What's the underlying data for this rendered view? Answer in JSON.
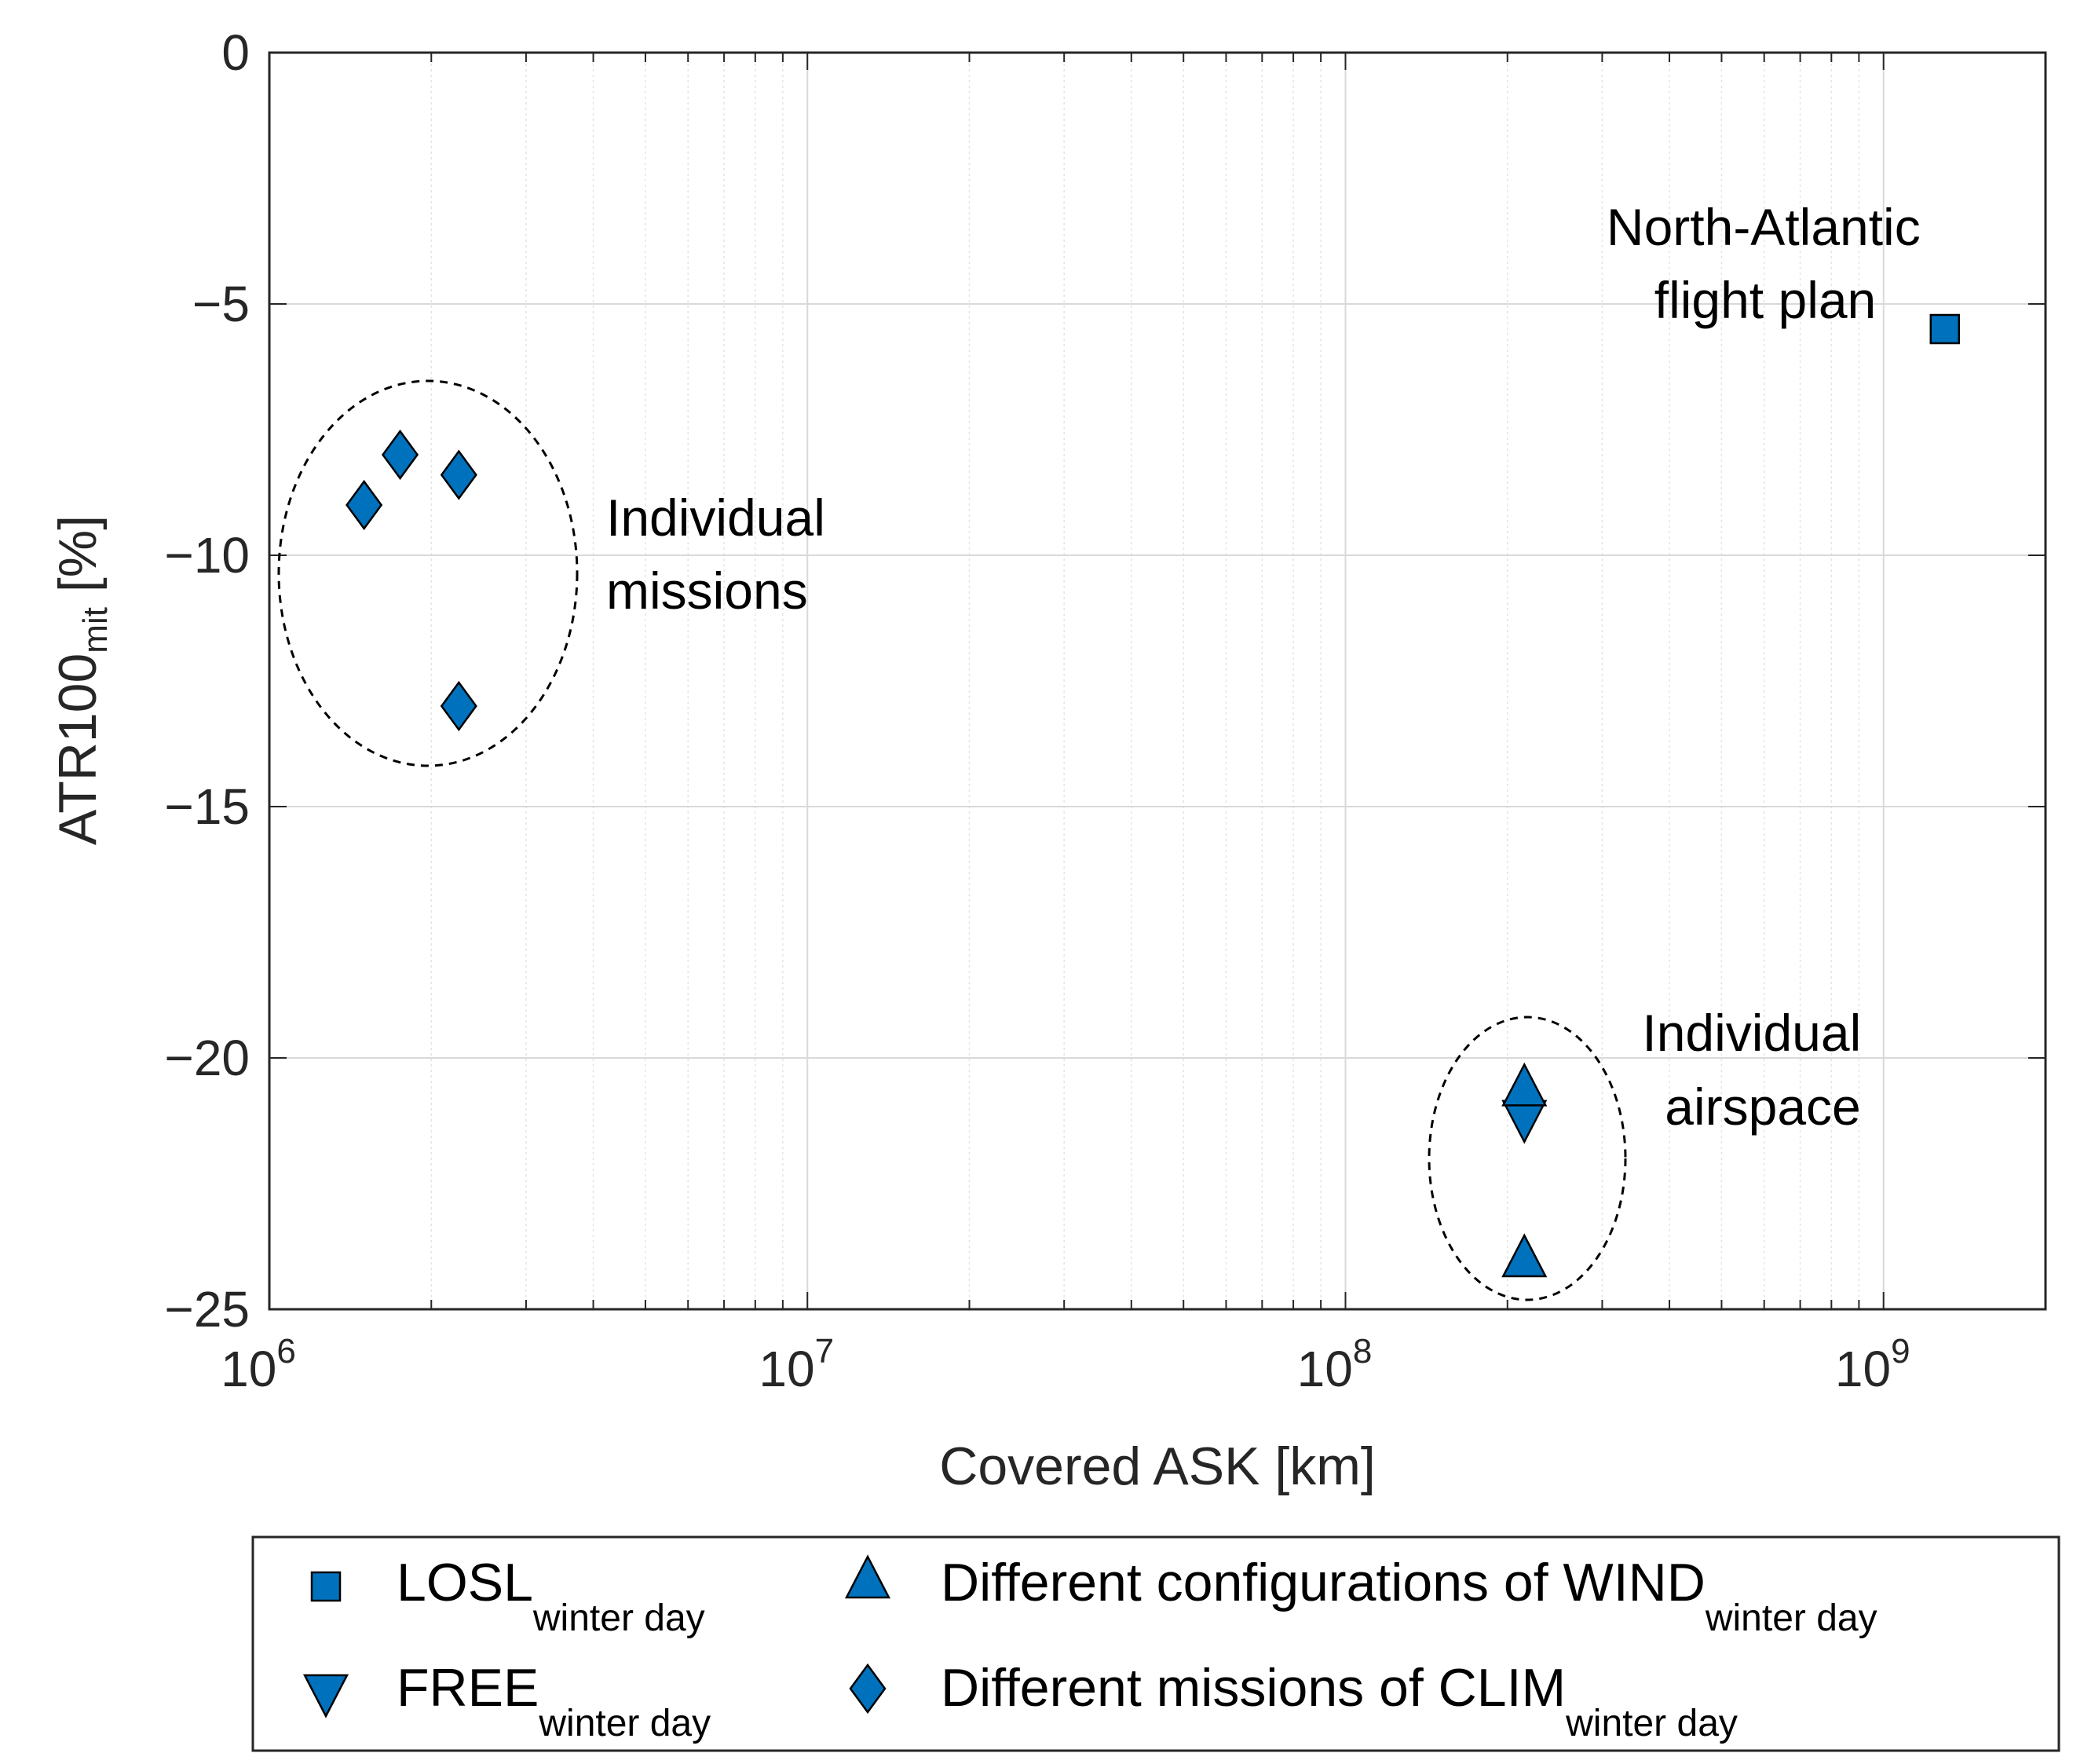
{
  "chart_data": {
    "type": "scatter",
    "xscale": "log",
    "xlim": [
      1000000,
      2000000000
    ],
    "ylim": [
      -25,
      0
    ],
    "grid": true,
    "xlabel": "Covered ASK [km]",
    "ylabel": {
      "main": "ATR100",
      "sub": "mit",
      "suffix": " [%]"
    },
    "x_ticks": [
      {
        "base": "10",
        "exp": "6",
        "value": 1000000
      },
      {
        "base": "10",
        "exp": "7",
        "value": 10000000
      },
      {
        "base": "10",
        "exp": "8",
        "value": 100000000
      },
      {
        "base": "10",
        "exp": "9",
        "value": 1000000000
      }
    ],
    "y_ticks": [
      {
        "label": "0",
        "value": 0
      },
      {
        "label": "−5",
        "value": -5
      },
      {
        "label": "−10",
        "value": -10
      },
      {
        "label": "−15",
        "value": -15
      },
      {
        "label": "−20",
        "value": -20
      },
      {
        "label": "−25",
        "value": -25
      }
    ],
    "marker_color": "#0072BD",
    "series": [
      {
        "name": "LOSL",
        "name_sub": "winter day",
        "marker": "square",
        "points": [
          {
            "x": 1300000000,
            "y": -5.5
          }
        ]
      },
      {
        "name": "FREE",
        "name_sub": "winter day",
        "marker": "triangle-down",
        "points": [
          {
            "x": 215000000,
            "y": -21.2
          }
        ]
      },
      {
        "name": "Different configurations of WIND",
        "name_sub": "winter day",
        "marker": "triangle-up",
        "points": [
          {
            "x": 215000000,
            "y": -20.6
          },
          {
            "x": 215000000,
            "y": -24.0
          }
        ]
      },
      {
        "name": "Different missions of CLIM",
        "name_sub": "winter day",
        "marker": "diamond",
        "points": [
          {
            "x": 1500000,
            "y": -9.0
          },
          {
            "x": 1750000,
            "y": -8.0
          },
          {
            "x": 2250000,
            "y": -8.4
          },
          {
            "x": 2250000,
            "y": -13.0
          }
        ]
      }
    ],
    "annotations": [
      {
        "lines": [
          "North-Atlantic",
          "flight plan"
        ]
      },
      {
        "lines": [
          "Individual",
          "missions"
        ]
      },
      {
        "lines": [
          "Individual",
          "airspace"
        ]
      }
    ],
    "legend_position": "below plot"
  }
}
